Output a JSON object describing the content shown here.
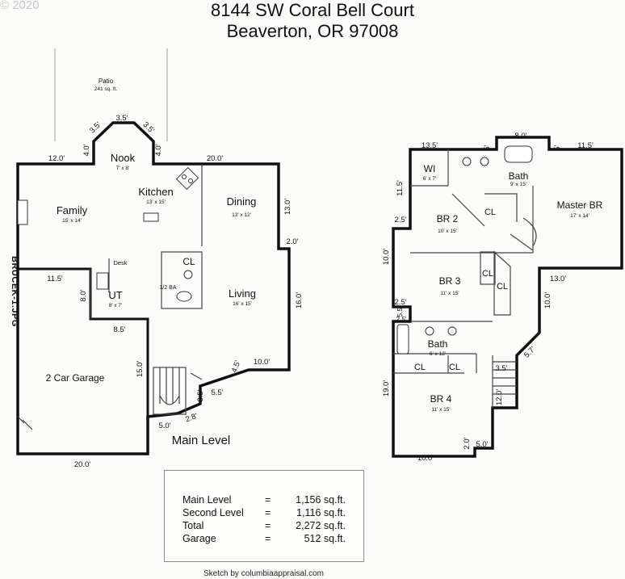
{
  "header": {
    "address_line1": "8144 SW Coral Bell Court",
    "address_line2": "Beaverton, OR 97008",
    "copyright": "© 2020"
  },
  "side_label": "BRUCEK-1.JPG",
  "main_level": {
    "label": "Main Level",
    "rooms": {
      "patio": {
        "name": "Patio",
        "size": "241 sq. ft."
      },
      "nook": {
        "name": "Nook",
        "size": "7' x 8'"
      },
      "family": {
        "name": "Family",
        "size": "15' x 14'"
      },
      "kitchen": {
        "name": "Kitchen",
        "size": "13' x 15'"
      },
      "dining": {
        "name": "Dining",
        "size": "13' x 12'"
      },
      "living": {
        "name": "Living",
        "size": "16' x 15'"
      },
      "ut": {
        "name": "UT",
        "size": "8' x 7'"
      },
      "desk": {
        "name": "Desk"
      },
      "half_bath": {
        "name": "1/2 BA"
      },
      "closet": {
        "name": "CL"
      },
      "garage": {
        "name": "2 Car Garage"
      }
    },
    "dimensions": {
      "nook_top": "3.5'",
      "nook_diag_left": "3.5'",
      "nook_diag_right": "3.5'",
      "nook_side_left": "4.0'",
      "nook_side_right": "4.0'",
      "top_left": "12.0'",
      "top_right": "20.0'",
      "right_upper": "13.0'",
      "right_jog": "2.0'",
      "right_lower": "16.0'",
      "bottom_right": "10.0'",
      "diag_lower": "4.5'",
      "stair_5_5": "5.5'",
      "stair_3_5": "3.5'",
      "stair_2_8": "2.8'",
      "stair_5_0": "5.0'",
      "stair_15_0": "15.0'",
      "garage_top": "11.5'",
      "ut_side": "8.0'",
      "garage_jog": "8.5'",
      "garage_bottom": "20.0'"
    }
  },
  "second_level": {
    "rooms": {
      "wi": {
        "name": "WI",
        "size": "6' x 7'"
      },
      "bath_master": {
        "name": "Bath",
        "size": "9' x 15'"
      },
      "master_br": {
        "name": "Master  BR",
        "size": "17' x 14'"
      },
      "br2": {
        "name": "BR 2",
        "size": "10' x 15'"
      },
      "br3": {
        "name": "BR 3",
        "size": "11' x 15'"
      },
      "bath2": {
        "name": "Bath",
        "size": "6' x 12'"
      },
      "br4": {
        "name": "BR 4",
        "size": "11' x 15'"
      },
      "cl_br2": {
        "name": "CL"
      },
      "cl_br3a": {
        "name": "CL"
      },
      "cl_br3b": {
        "name": "CL"
      },
      "cl_bath_a": {
        "name": "CL"
      },
      "cl_bath_b": {
        "name": "CL"
      }
    },
    "dimensions": {
      "top_13_5": "13.5'",
      "top_5a": "5'",
      "top_8_0": "8.0'",
      "top_5b": "5'",
      "top_11_5": "11.5'",
      "left_11_5": "11.5'",
      "left_2_5a": "2.5'",
      "left_10_0": "10.0'",
      "left_2_5b": "2.5'",
      "left_2_5c": "2.5'",
      "left_5_5": "5.5'",
      "left_19_0": "19.0'",
      "right_13_0": "13.0'",
      "right_10_0": "10.0'",
      "diag_5_7": "5.7'",
      "stair_3_5": "3.5'",
      "stair_12_0": "12.0'",
      "bottom_2_0": "2.0'",
      "bottom_5_0": "5.0'",
      "bottom_10_0": "10.0'"
    }
  },
  "areas": [
    {
      "label": "Main Level",
      "value": "1,156 sq.ft."
    },
    {
      "label": "Second Level",
      "value": "1,116 sq.ft."
    },
    {
      "label": "Total",
      "value": "2,272 sq.ft."
    },
    {
      "label": "Garage",
      "value": "512 sq.ft."
    }
  ],
  "credit": "Sketch by columbiaappraisal.com"
}
